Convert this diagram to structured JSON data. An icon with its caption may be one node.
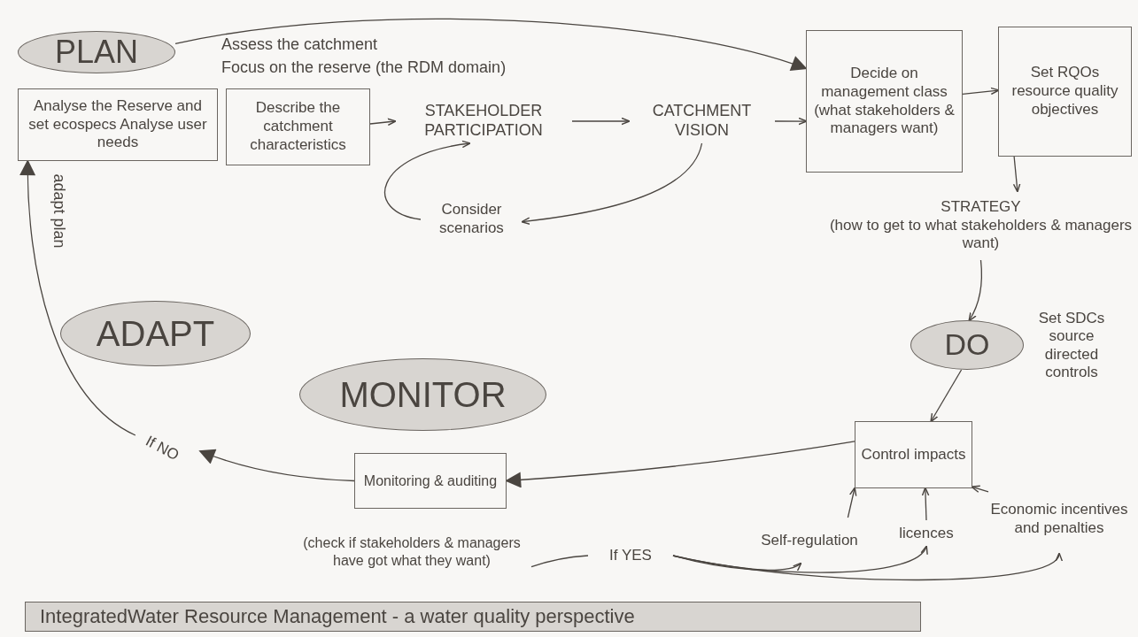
{
  "diagram": {
    "title": "IntegratedWater Resource Management - a water quality perspective",
    "nodes": [
      {
        "text": [
          "PLAN"
        ]
      },
      {
        "text": [
          "Analyse the Reserve and set ecospecs Analyse user needs"
        ]
      },
      {
        "text": [
          "Describe the catchment characteristics"
        ]
      },
      {
        "text": [
          "STAKEHOLDER PARTICIPATION"
        ]
      },
      {
        "text": [
          "CATCHMENT VISION"
        ]
      },
      {
        "text": [
          "Decide on management class (what stakeholders & managers want)"
        ]
      },
      {
        "text": [
          "Set RQOs resource quality objectives"
        ]
      },
      {
        "text": [
          "Consider scenarios"
        ]
      },
      {
        "text": [
          "STRATEGY",
          "(how to get to what stakeholders & managers want)"
        ]
      },
      {
        "text": [
          "DO"
        ],
        "beside": [
          "Set SDCs source directed controls"
        ]
      },
      {
        "text": [
          "ADAPT"
        ]
      },
      {
        "text": [
          "MONITOR"
        ]
      },
      {
        "text": [
          "If NO"
        ]
      },
      {
        "text": [
          "Monitoring & auditing"
        ]
      },
      {
        "text": [
          "(check if stakeholders & managers have got what they want)"
        ]
      },
      {
        "text": [
          "Control impacts"
        ]
      },
      {
        "text": [
          "Self-regulation"
        ]
      },
      {
        "text": [
          "licences"
        ]
      },
      {
        "text": [
          "Economic incentives and penalties"
        ]
      },
      {
        "text": [
          "If YES"
        ]
      }
    ],
    "edges": [
      {
        "from": 0,
        "to": 5,
        "arrow": "to"
      },
      {
        "from": 2,
        "to": 3,
        "arrow": "to"
      },
      {
        "from": 3,
        "to": 4,
        "arrow": "to"
      },
      {
        "from": 4,
        "to": 5,
        "arrow": "to"
      },
      {
        "from": 4,
        "to": 7,
        "arrow": "to"
      },
      {
        "from": 7,
        "to": 3,
        "arrow": "to"
      },
      {
        "from": 5,
        "to": 6,
        "arrow": "to"
      },
      {
        "from": 6,
        "to": 8,
        "arrow": "to"
      },
      {
        "from": 8,
        "to": 9,
        "arrow": "to"
      },
      {
        "from": 9,
        "to": 15,
        "arrow": "to"
      },
      {
        "from": 15,
        "to": 13,
        "arrow": "to"
      },
      {
        "from": 13,
        "to": 12,
        "arrow": "to"
      },
      {
        "from": 12,
        "to": 1,
        "arrow": "to",
        "label": "adapt plan"
      },
      {
        "from": 14,
        "to": 19,
        "arrow": "none"
      },
      {
        "from": 19,
        "to": 16,
        "arrow": "to"
      },
      {
        "from": 19,
        "to": 17,
        "arrow": "to"
      },
      {
        "from": 19,
        "to": 18,
        "arrow": "to"
      },
      {
        "from": 16,
        "to": 15,
        "arrow": "to"
      },
      {
        "from": 17,
        "to": 15,
        "arrow": "to"
      },
      {
        "from": 18,
        "to": 15,
        "arrow": "to"
      }
    ],
    "labels": [
      "Assess the catchment",
      "Focus on the reserve (the RDM domain)"
    ]
  }
}
